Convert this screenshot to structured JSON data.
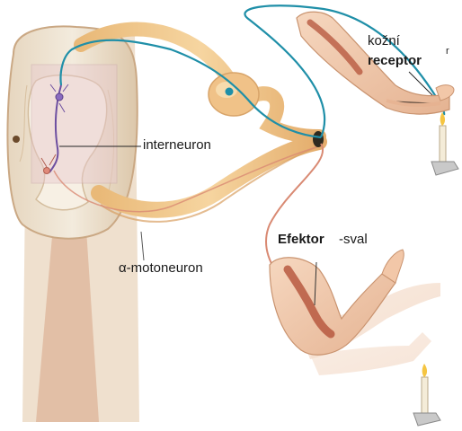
{
  "labels": {
    "kozni": "kožní",
    "receptor": "receptor",
    "r_mark": "r",
    "interneuron": "interneuron",
    "motoneuron": "α-motoneuron",
    "efektor": "Efektor",
    "sval": "-sval"
  },
  "colors": {
    "sensory_fiber": "#1f8fa8",
    "motor_fiber": "#d98a73",
    "nerve": "#efc48b",
    "spinal_gray": "#efe4d2",
    "skin": "#f2c7a8",
    "muscle": "#b5533a"
  }
}
